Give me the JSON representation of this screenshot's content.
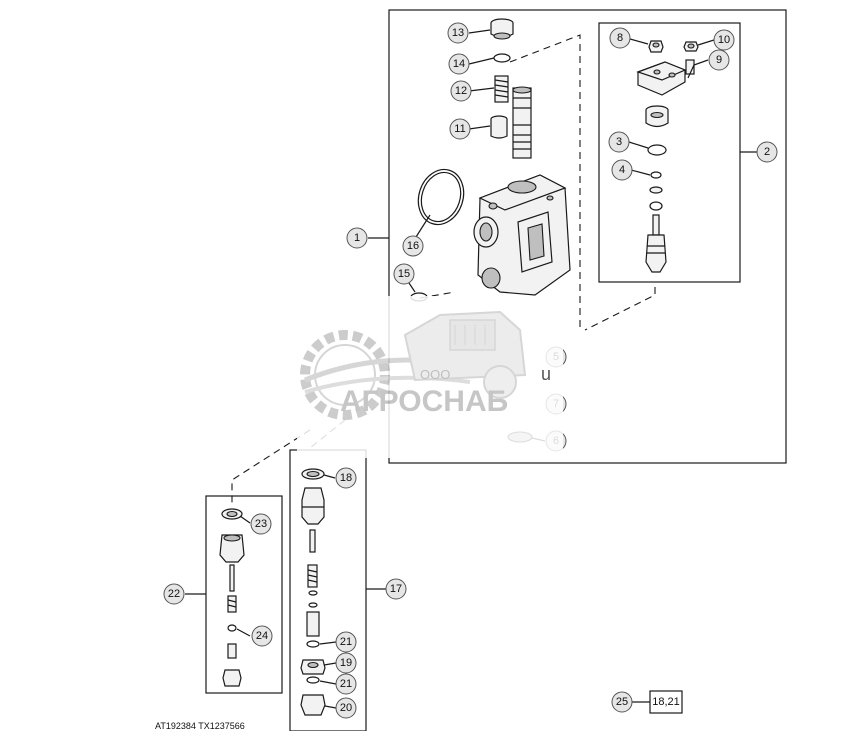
{
  "callouts": {
    "c1": "1",
    "c2": "2",
    "c3": "3",
    "c4": "4",
    "c5": "5",
    "c6": "6",
    "c7": "7",
    "c8": "8",
    "c9": "9",
    "c10": "10",
    "c11": "11",
    "c12": "12",
    "c13": "13",
    "c14": "14",
    "c15": "15",
    "c16": "16",
    "c17": "17",
    "c18": "18",
    "c19": "19",
    "c20": "20",
    "c21a": "21",
    "c21b": "21",
    "c22": "22",
    "c23": "23",
    "c24": "24",
    "c25": "25"
  },
  "reference_box": "18,21",
  "footer_code": "AT192384   TX1237566",
  "watermark": {
    "prefix": "ООО",
    "brand": "АГРОСНАБ",
    "color": "#bdbdbd"
  },
  "stray_glyph": "u",
  "colors": {
    "line": "#1a1a1a",
    "callout_fill": "#e6e6e6",
    "part_fill": "#f2f2f2",
    "part_shade": "#bfbfbf"
  }
}
